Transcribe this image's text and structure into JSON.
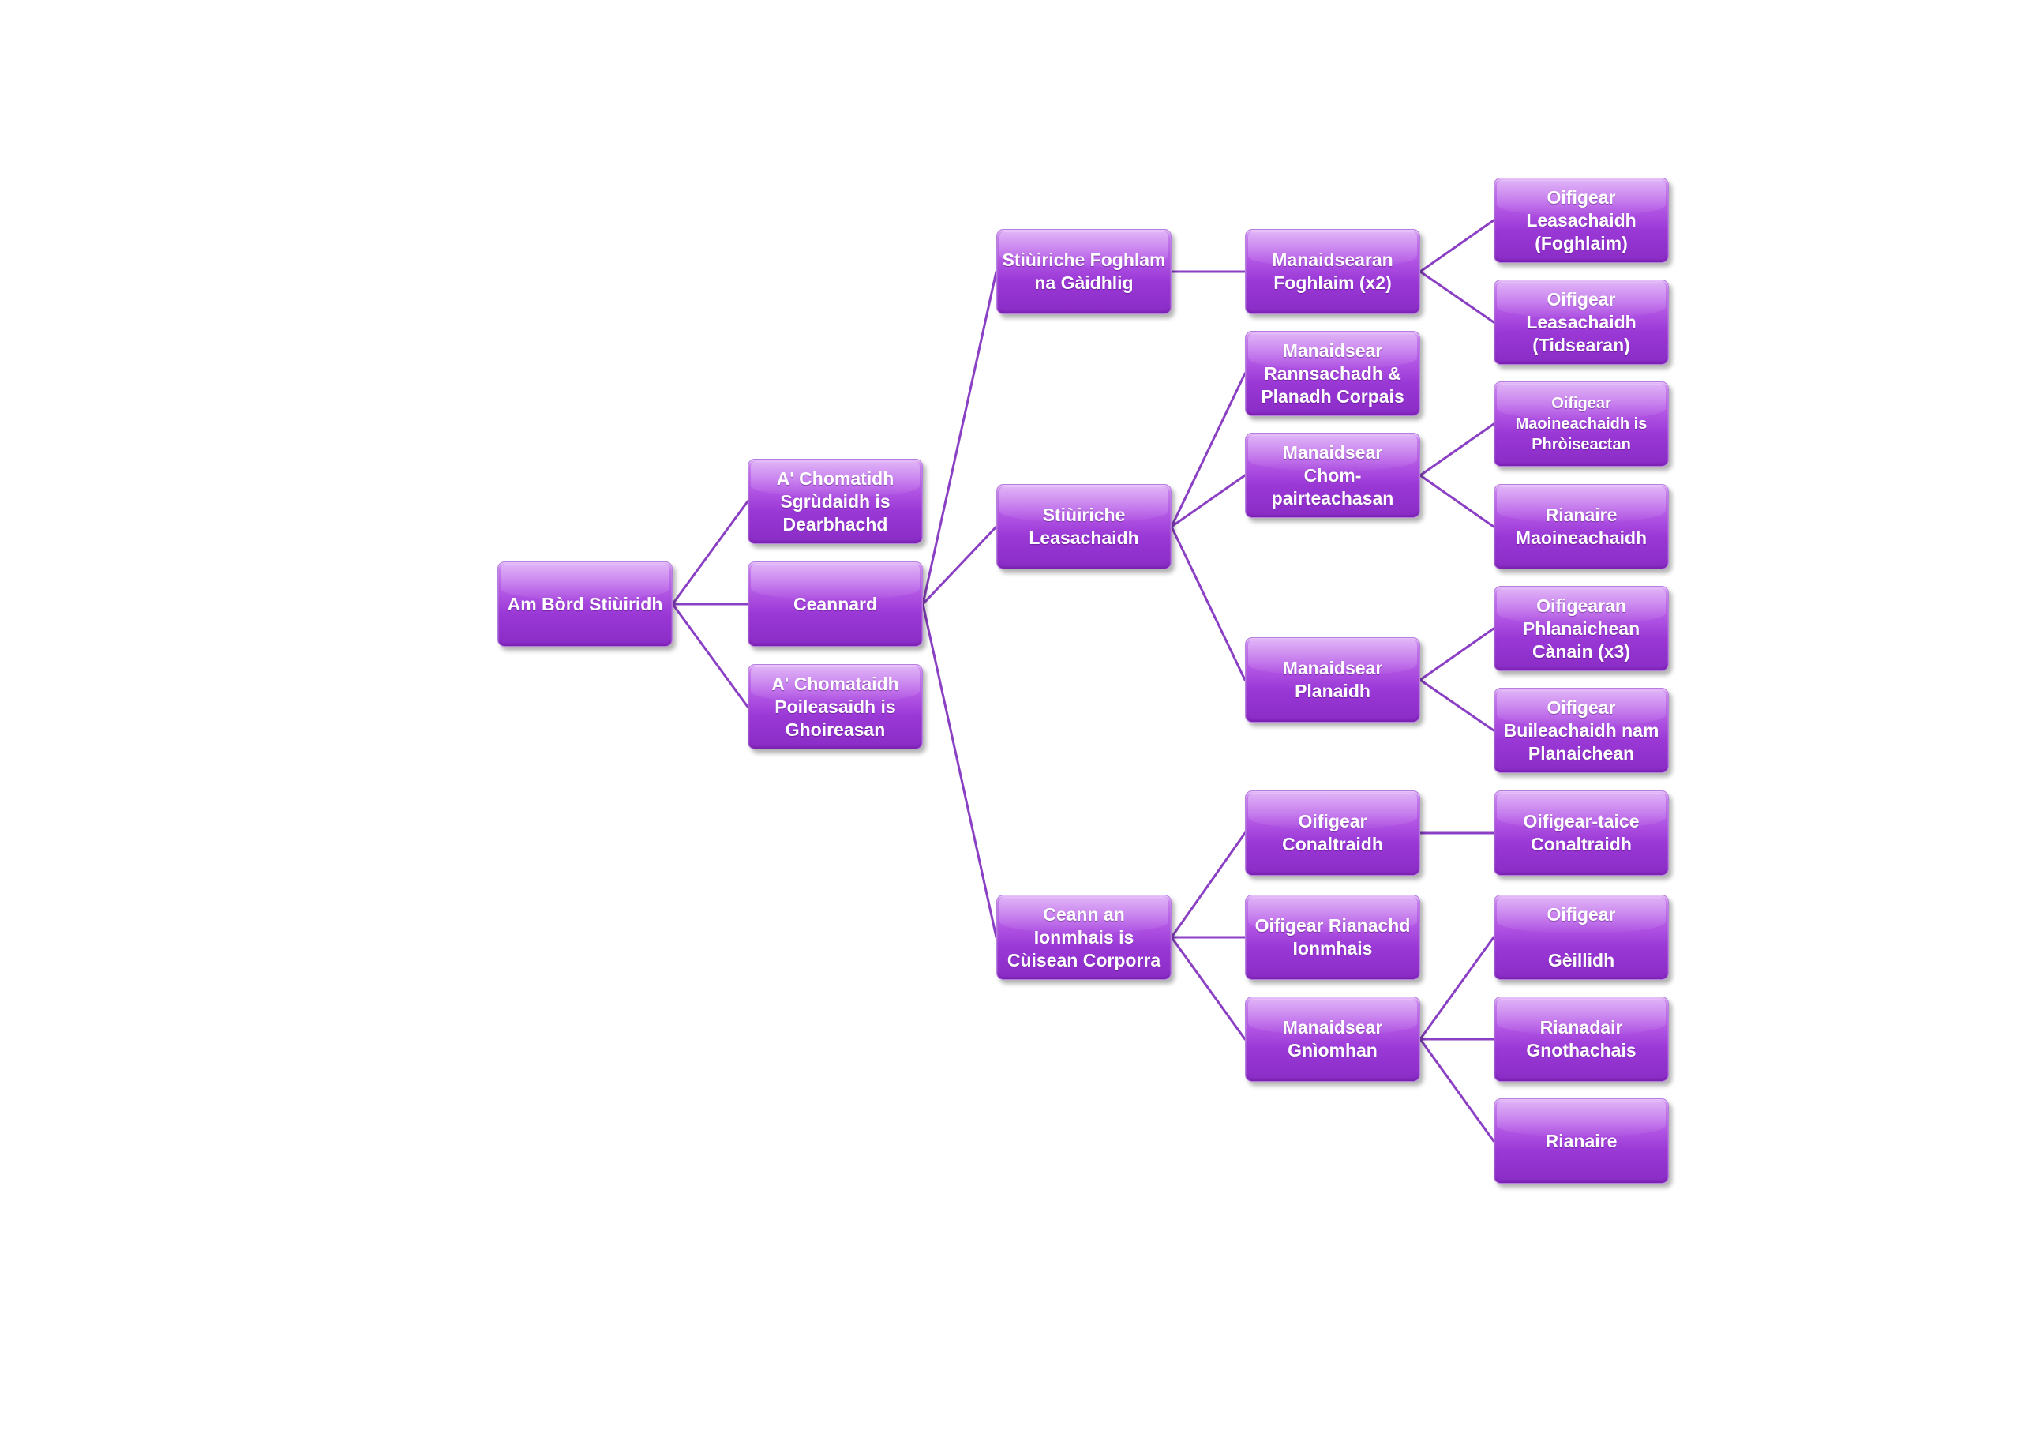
{
  "colors": {
    "node_fill": "#9a38d6",
    "node_fill_light": "#d08cf4",
    "connector": "#8a3fc4",
    "text": "#ffffff"
  },
  "nodes": {
    "board": "Am Bòrd Stiùiridh",
    "audit_committee": "A' Chomatidh\nSgrùdaidh is\nDearbhachd",
    "ceannard": "Ceannard",
    "policy_committee": "A' Chomataidh\nPoileasaidh is\nGhoireasan",
    "dir_learning": "Stiùiriche Foghlam\nna Gàidhlig",
    "dir_development": "Stiùiriche\nLeasachaidh",
    "head_finance": "Ceann an\nIonmhais is\nCùisean Corporra",
    "mgr_learning": "Manaidsearan\nFoghlaim (x2)",
    "mgr_research": "Manaidsear\nRannsachadh &\nPlanadh Corpais",
    "mgr_partnerships": "Manaidsear\nChom-\npairteachasan",
    "mgr_planning": "Manaidsear\nPlanaidh",
    "off_communications": "Oifigear\nConaltraidh",
    "off_finance_admin": "Oifigear Rianachd\nIonmhais",
    "mgr_operations": "Manaidsear\nGnìomhan",
    "off_dev_learning": "Oifigear\nLeasachaidh\n(Foghlaim)",
    "off_dev_teachers": "Oifigear\nLeasachaidh\n(Tidsearan)",
    "off_funding_projects": "Oifigear\nMaoineachaidh is\nPhròiseactan",
    "admin_funding": "Rianaire\nMaoineachaidh",
    "off_language_plans": "Oifigearan\nPhlanaichean\nCànain (x3)",
    "off_plan_delivery": "Oifigear\nBuileachaidh nam\nPlanaichean",
    "asst_communications": "Oifigear-taice\nConaltraidh",
    "off_compliance": "Oifigear\n\nGèillidh",
    "admin_business": "Rianadair\nGnothachais",
    "admin": "Rianaire"
  }
}
